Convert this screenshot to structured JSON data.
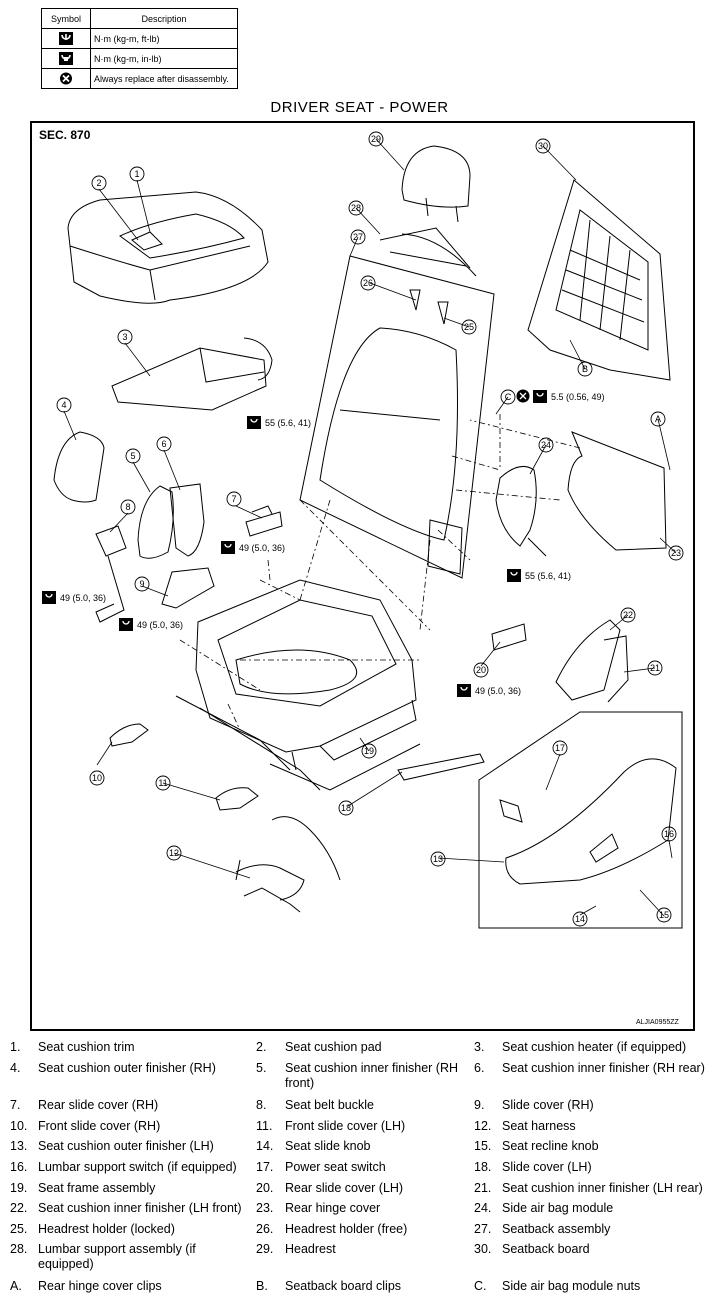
{
  "legend": {
    "header_symbol": "Symbol",
    "header_description": "Description",
    "rows": [
      {
        "icon": "torque-wrench-icon",
        "description": "N·m (kg-m, ft-lb)"
      },
      {
        "icon": "torque-wrench-small-icon",
        "description": "N·m (kg-m, in-lb)"
      },
      {
        "icon": "always-replace-icon",
        "description": "Always replace after disassembly."
      }
    ]
  },
  "title": "DRIVER SEAT - POWER",
  "section": "SEC. 870",
  "diagram_code": "ALJIA0955ZZ",
  "callouts": [
    "1",
    "2",
    "3",
    "4",
    "5",
    "6",
    "7",
    "8",
    "9",
    "10",
    "11",
    "12",
    "13",
    "14",
    "15",
    "16",
    "17",
    "18",
    "19",
    "20",
    "21",
    "22",
    "23",
    "24",
    "25",
    "26",
    "27",
    "28",
    "29",
    "30",
    "A",
    "B",
    "C"
  ],
  "torques": {
    "t55a": "55 (5.6, 41)",
    "t55b": "55 (5.6, 41)",
    "t49a": "49 (5.0, 36)",
    "t49b": "49 (5.0, 36)",
    "t49c": "49 (5.0, 36)",
    "t49d": "49 (5.0, 36)",
    "t55c": "5.5 (0.56, 49)"
  },
  "parts": [
    {
      "num": "1.",
      "name": "Seat cushion trim"
    },
    {
      "num": "2.",
      "name": "Seat cushion pad"
    },
    {
      "num": "3.",
      "name": "Seat cushion heater (if equipped)"
    },
    {
      "num": "4.",
      "name": "Seat cushion outer finisher (RH)"
    },
    {
      "num": "5.",
      "name": "Seat cushion inner finisher (RH front)"
    },
    {
      "num": "6.",
      "name": "Seat cushion inner finisher (RH rear)"
    },
    {
      "num": "7.",
      "name": "Rear slide cover (RH)"
    },
    {
      "num": "8.",
      "name": "Seat belt buckle"
    },
    {
      "num": "9.",
      "name": "Slide cover (RH)"
    },
    {
      "num": "10.",
      "name": "Front slide cover (RH)"
    },
    {
      "num": "11.",
      "name": "Front slide cover (LH)"
    },
    {
      "num": "12.",
      "name": "Seat harness"
    },
    {
      "num": "13.",
      "name": "Seat cushion outer finisher (LH)"
    },
    {
      "num": "14.",
      "name": "Seat slide knob"
    },
    {
      "num": "15.",
      "name": "Seat recline knob"
    },
    {
      "num": "16.",
      "name": "Lumbar support switch (if equipped)"
    },
    {
      "num": "17.",
      "name": "Power seat switch"
    },
    {
      "num": "18.",
      "name": "Slide cover (LH)"
    },
    {
      "num": "19.",
      "name": "Seat frame assembly"
    },
    {
      "num": "20.",
      "name": "Rear slide cover (LH)"
    },
    {
      "num": "21.",
      "name": "Seat cushion inner finisher (LH rear)"
    },
    {
      "num": "22.",
      "name": "Seat cushion inner finisher (LH front)"
    },
    {
      "num": "23.",
      "name": "Rear hinge cover"
    },
    {
      "num": "24.",
      "name": "Side air bag module"
    },
    {
      "num": "25.",
      "name": "Headrest holder (locked)"
    },
    {
      "num": "26.",
      "name": "Headrest holder (free)"
    },
    {
      "num": "27.",
      "name": "Seatback assembly"
    },
    {
      "num": "28.",
      "name": "Lumbar support assembly (if equipped)"
    },
    {
      "num": "29.",
      "name": "Headrest"
    },
    {
      "num": "30.",
      "name": "Seatback board"
    },
    {
      "num": "A.",
      "name": "Rear hinge cover clips"
    },
    {
      "num": "B.",
      "name": "Seatback board clips"
    },
    {
      "num": "C.",
      "name": "Side air bag module nuts"
    }
  ]
}
